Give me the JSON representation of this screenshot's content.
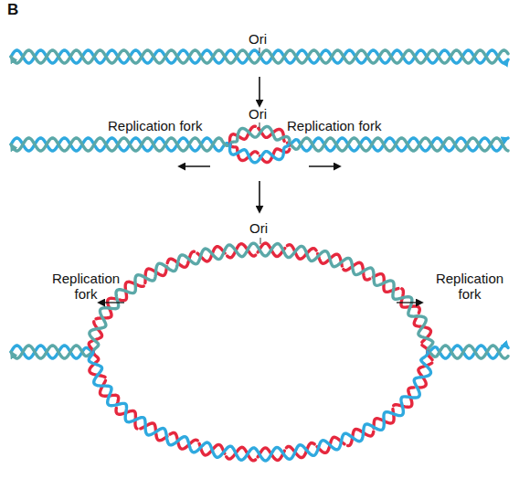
{
  "diagram": {
    "labels": [
      "B",
      "Ori",
      "Ori",
      "Replication fork",
      "Replication fork",
      "Ori",
      "Replication fork",
      "Replication fork"
    ]
  }
}
